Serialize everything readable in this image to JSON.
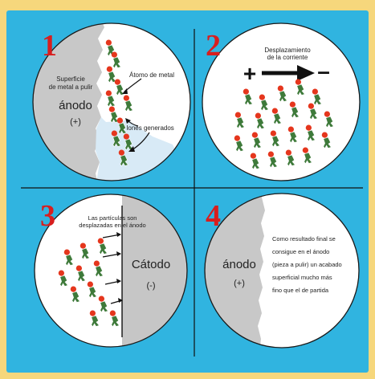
{
  "colors": {
    "frame": "#f6d77c",
    "panel": "#30b4e0",
    "circle_fill": "#ffffff",
    "anode_gray": "#c8c8c8",
    "cathode_gray": "#c6c6c6",
    "number_red": "#d81e1e",
    "particle_head": "#e5361d",
    "particle_body": "#3e7a3a",
    "ion_zone": "#d8eaf6"
  },
  "quadrants": [
    {
      "number": "1",
      "labels": {
        "surface": [
          "Superficie",
          "de metal a pulir"
        ],
        "anode": "ánodo",
        "anode_sign": "(+)",
        "metal_atom": "Átomo de metal",
        "ions": "Iones generados"
      }
    },
    {
      "number": "2",
      "labels": {
        "current": [
          "Desplazamiento",
          "de la corriente"
        ],
        "plus": "+",
        "minus": "–"
      }
    },
    {
      "number": "3",
      "labels": {
        "particles": [
          "Las partículas son",
          "desplazadas en el ánodo"
        ],
        "cathode": "Cátodo",
        "cathode_sign": "(-)"
      }
    },
    {
      "number": "4",
      "labels": {
        "anode": "ánodo",
        "anode_sign": "(+)",
        "result": [
          "Como resultado final se",
          "consigue en el ánodo",
          "(pieza a pulir) un acabado",
          "superficial mucho más",
          "fino que el de partida"
        ]
      }
    }
  ]
}
